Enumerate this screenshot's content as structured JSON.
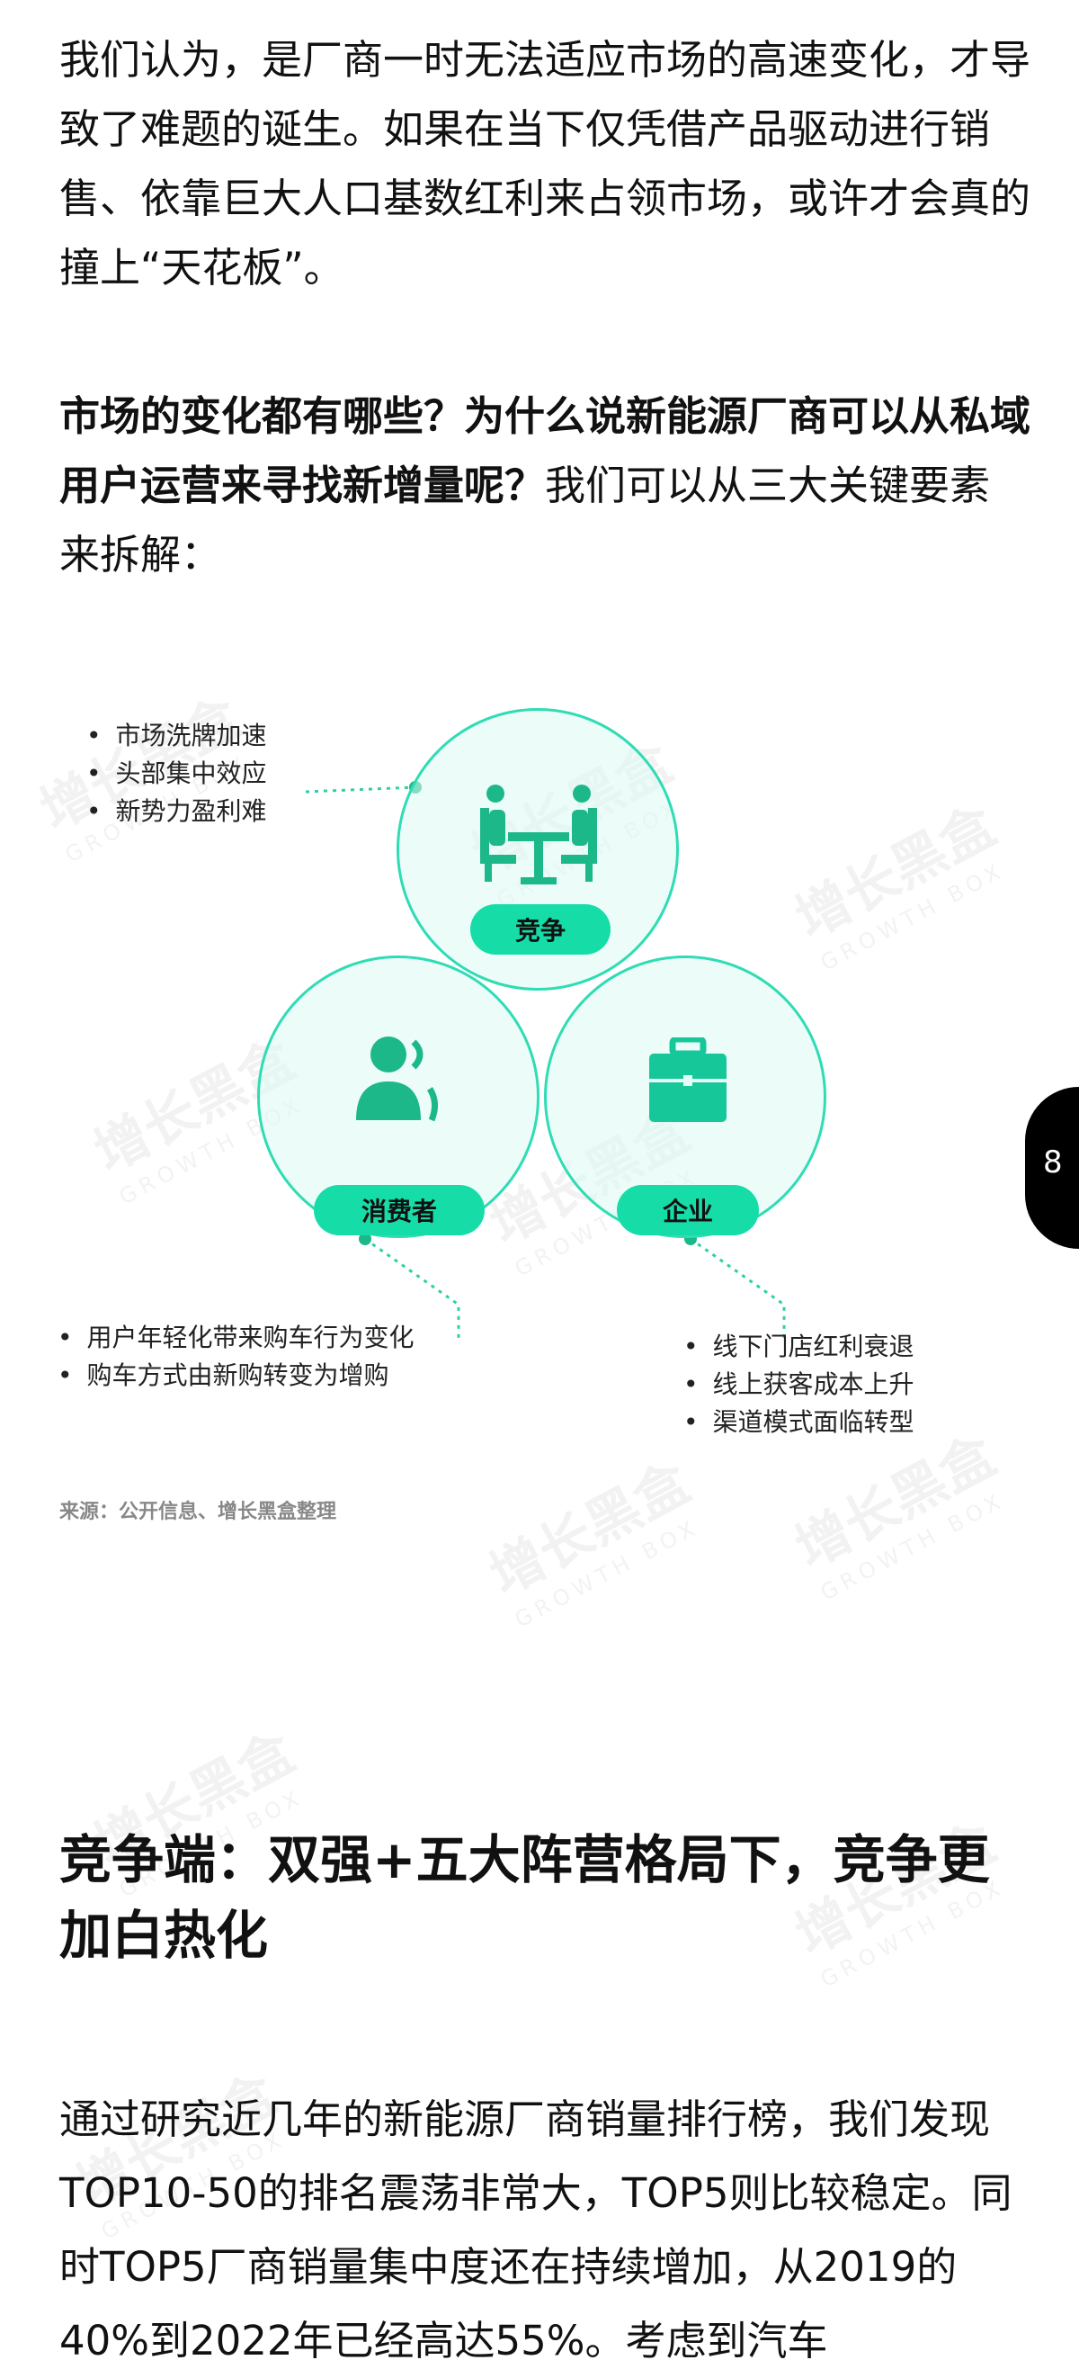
{
  "watermark": {
    "cn": "增长黑盒",
    "en": "GROWTH BOX"
  },
  "intro": "我们认为，是厂商一时无法适应市场的高速变化，才导致了难题的诞生。如果在当下仅凭借产品驱动进行销售、依靠巨大人口基数红利来占领市场，或许才会真的撞上“天花板”。",
  "question": {
    "bold": "市场的变化都有哪些？为什么说新能源厂商可以从私域用户运营来寻找新增量呢？",
    "rest": "我们可以从三大关键要素来拆解："
  },
  "diagram": {
    "accent": "#16dca8",
    "competition": {
      "label": "竞争",
      "icon": "meeting-icon",
      "points": [
        "市场洗牌加速",
        "头部集中效应",
        "新势力盈利难"
      ]
    },
    "consumer": {
      "label": "消费者",
      "icon": "user-voice-icon",
      "points": [
        "用户年轻化带来购车行为变化",
        "购车方式由新购转变为增购"
      ]
    },
    "enterprise": {
      "label": "企业",
      "icon": "briefcase-icon",
      "points": [
        "线下门店红利衰退",
        "线上获客成本上升",
        "渠道模式面临转型"
      ]
    },
    "source": "来源：公开信息、增长黑盒整理"
  },
  "page_number": "8",
  "section_title": "竞争端：双强+五大阵营格局下，竞争更加白热化",
  "body": "通过研究近几年的新能源厂商销量排行榜，我们发现TOP10-50的排名震荡非常大，TOP5则比较稳定。同时TOP5厂商销量集中度还在持续增加，从2019的40%到2022年已经高达55%。考虑到汽车"
}
